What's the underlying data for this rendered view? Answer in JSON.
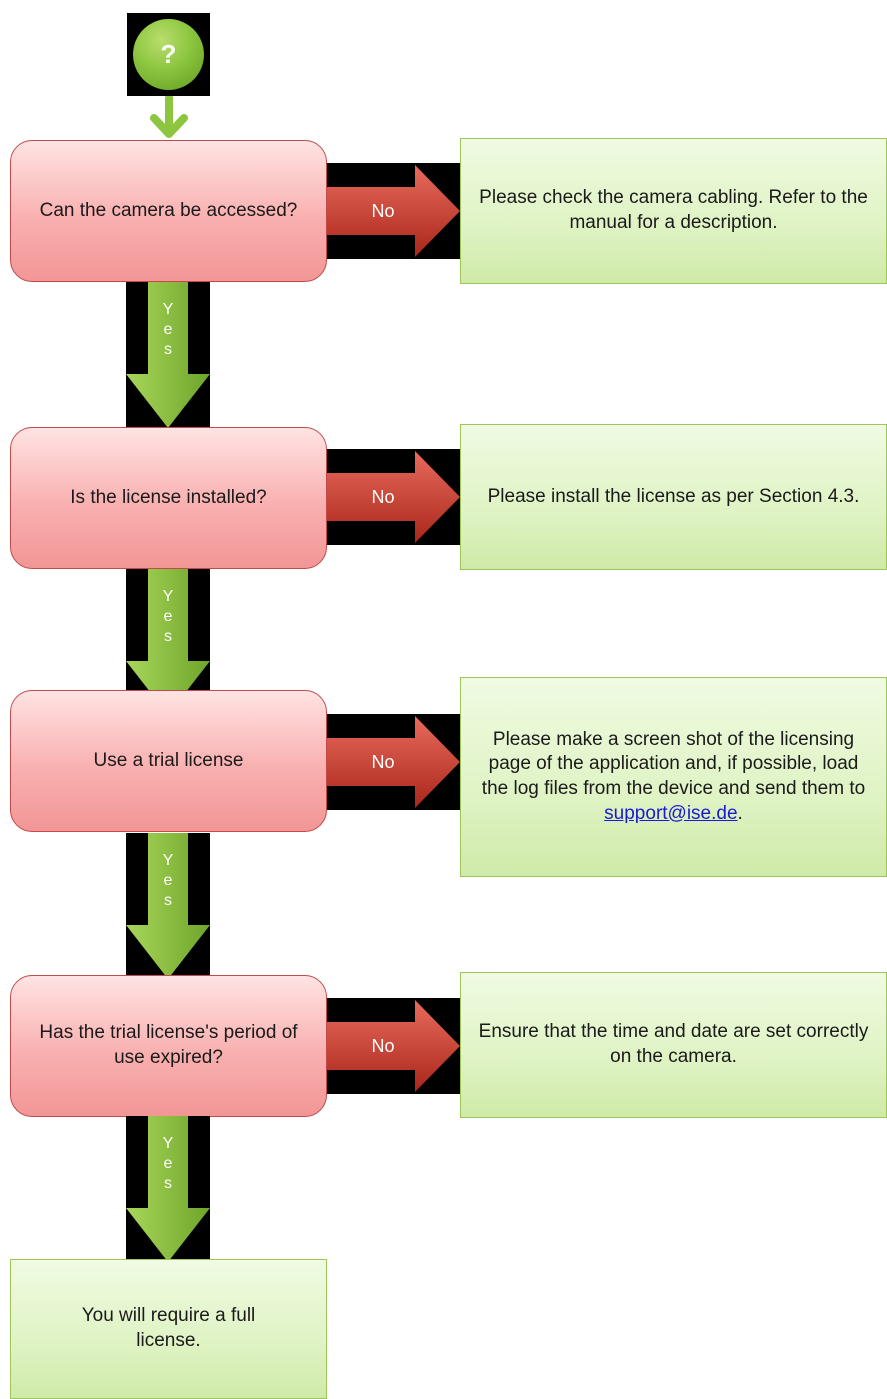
{
  "start": {
    "symbol": "?"
  },
  "decisions": [
    {
      "text": "Can the camera be accessed?",
      "no_label": "No",
      "yes_label": "Yes",
      "result": "Please check the camera cabling. Refer to the manual for a description."
    },
    {
      "text": "Is the license installed?",
      "no_label": "No",
      "yes_label": "Yes",
      "result": "Please install the license as per Section 4.3."
    },
    {
      "text": "Use a trial license",
      "no_label": "No",
      "yes_label": "Yes",
      "result": "Please make a screen shot of the licensing page of the application and, if possible, load the log files from the device and send them to",
      "result_link": "support@ise.de",
      "result_suffix": "."
    },
    {
      "text": "Has the trial license's period of use expired?",
      "no_label": "No",
      "yes_label": "Yes",
      "result": "Ensure that the time and date are set correctly on the camera."
    }
  ],
  "final": {
    "text": "You will require a full license."
  },
  "colors": {
    "decision_fill": "#f9b0b0",
    "decision_border": "#c24a4a",
    "result_fill": "#dff3c4",
    "arrow_no": "#c0392b",
    "arrow_yes": "#8cc63f"
  }
}
